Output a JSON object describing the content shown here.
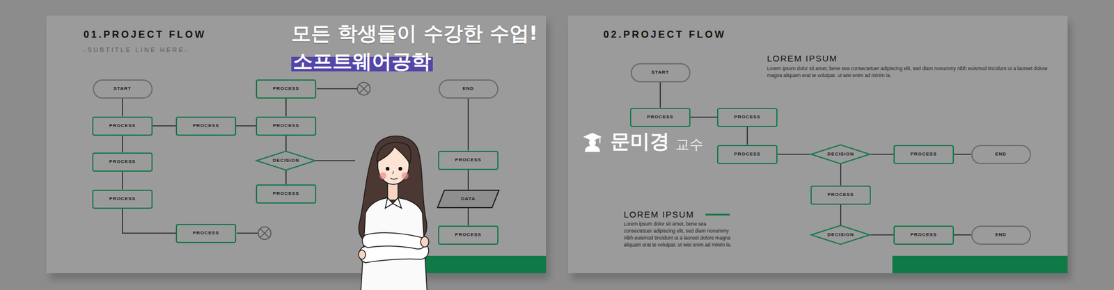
{
  "diagram": {
    "title": "모든 학생들이 수강한 수업!",
    "nodes": [
      {
        "text": [
          "START"
        ]
      },
      {
        "text": [
          "PROCESS"
        ]
      },
      {
        "text": [
          "END"
        ]
      },
      {
        "text": [
          "PROCESS"
        ]
      },
      {
        "text": [
          "PROCESS"
        ]
      },
      {
        "text": [
          "PROCESS"
        ]
      },
      {
        "text": [
          "DECISION"
        ]
      },
      {
        "text": [
          "PROCESS"
        ]
      },
      {
        "text": [
          "PROCESS"
        ]
      },
      {
        "text": [
          "PROCESS"
        ]
      },
      {
        "text": [
          "DATA"
        ]
      },
      {
        "text": [
          "PROCESS"
        ]
      },
      {
        "text": [
          "PROCESS"
        ]
      },
      {
        "text": [
          "PROCESS"
        ]
      },
      {
        "text": [
          "START"
        ]
      },
      {
        "text": [
          "PROCESS"
        ]
      },
      {
        "text": [
          "PROCESS"
        ]
      },
      {
        "text": [
          "PROCESS"
        ]
      },
      {
        "text": [
          "DECISION"
        ]
      },
      {
        "text": [
          "PROCESS"
        ]
      },
      {
        "text": [
          "END"
        ]
      },
      {
        "text": [
          "PROCESS"
        ]
      },
      {
        "text": [
          "DECISION"
        ]
      },
      {
        "text": [
          "PROCESS"
        ]
      },
      {
        "text": [
          "END"
        ]
      }
    ],
    "edges": [
      {
        "from": 0,
        "to": 3,
        "arrow": "none"
      },
      {
        "from": 3,
        "to": 4,
        "arrow": "none"
      },
      {
        "from": 4,
        "to": 5,
        "arrow": "none"
      },
      {
        "from": 1,
        "to": 5,
        "arrow": "none"
      },
      {
        "from": 5,
        "to": 6,
        "arrow": "none"
      },
      {
        "from": 6,
        "to": 9,
        "arrow": "none"
      },
      {
        "from": 3,
        "to": 8,
        "arrow": "none"
      },
      {
        "from": 8,
        "to": 11,
        "arrow": "none"
      },
      {
        "from": 11,
        "to": 12,
        "arrow": "none"
      },
      {
        "from": 2,
        "to": 7,
        "arrow": "none"
      },
      {
        "from": 7,
        "to": 10,
        "arrow": "none"
      },
      {
        "from": 10,
        "to": 13,
        "arrow": "none"
      },
      {
        "from": 14,
        "to": 15,
        "arrow": "none"
      },
      {
        "from": 15,
        "to": 16,
        "arrow": "none"
      },
      {
        "from": 16,
        "to": 17,
        "arrow": "none"
      },
      {
        "from": 17,
        "to": 18,
        "arrow": "none"
      },
      {
        "from": 18,
        "to": 19,
        "arrow": "none"
      },
      {
        "from": 19,
        "to": 20,
        "arrow": "none"
      },
      {
        "from": 18,
        "to": 21,
        "arrow": "none"
      },
      {
        "from": 21,
        "to": 22,
        "arrow": "none"
      },
      {
        "from": 22,
        "to": 23,
        "arrow": "none"
      },
      {
        "from": 23,
        "to": 24,
        "arrow": "none"
      }
    ],
    "labels": [
      "소프트웨어공학",
      "문미경",
      "교수",
      "01.PROJECT FLOW",
      "-SUBTITLE LINE HERE-",
      "02.PROJECT FLOW",
      "LOREM IPSUM",
      "Lorem ipsum dolor sit amet, bene sea consectetuer adipiscing elit, sed diam nonummy nibh euismod tincidunt ut a laoreet dolore magna aliquam erat te volutpat. ut wisi enim ad minim la.",
      "LOREM IPSUM",
      "Lorem ipsum dolor sit amet, bene sea consectetuer adipiscing elit, sed diam nonummy nibh euismod tincidunt ut a laoreet dolore magna aliquam erat te volutpat. ut wisi enim ad minim la."
    ]
  }
}
